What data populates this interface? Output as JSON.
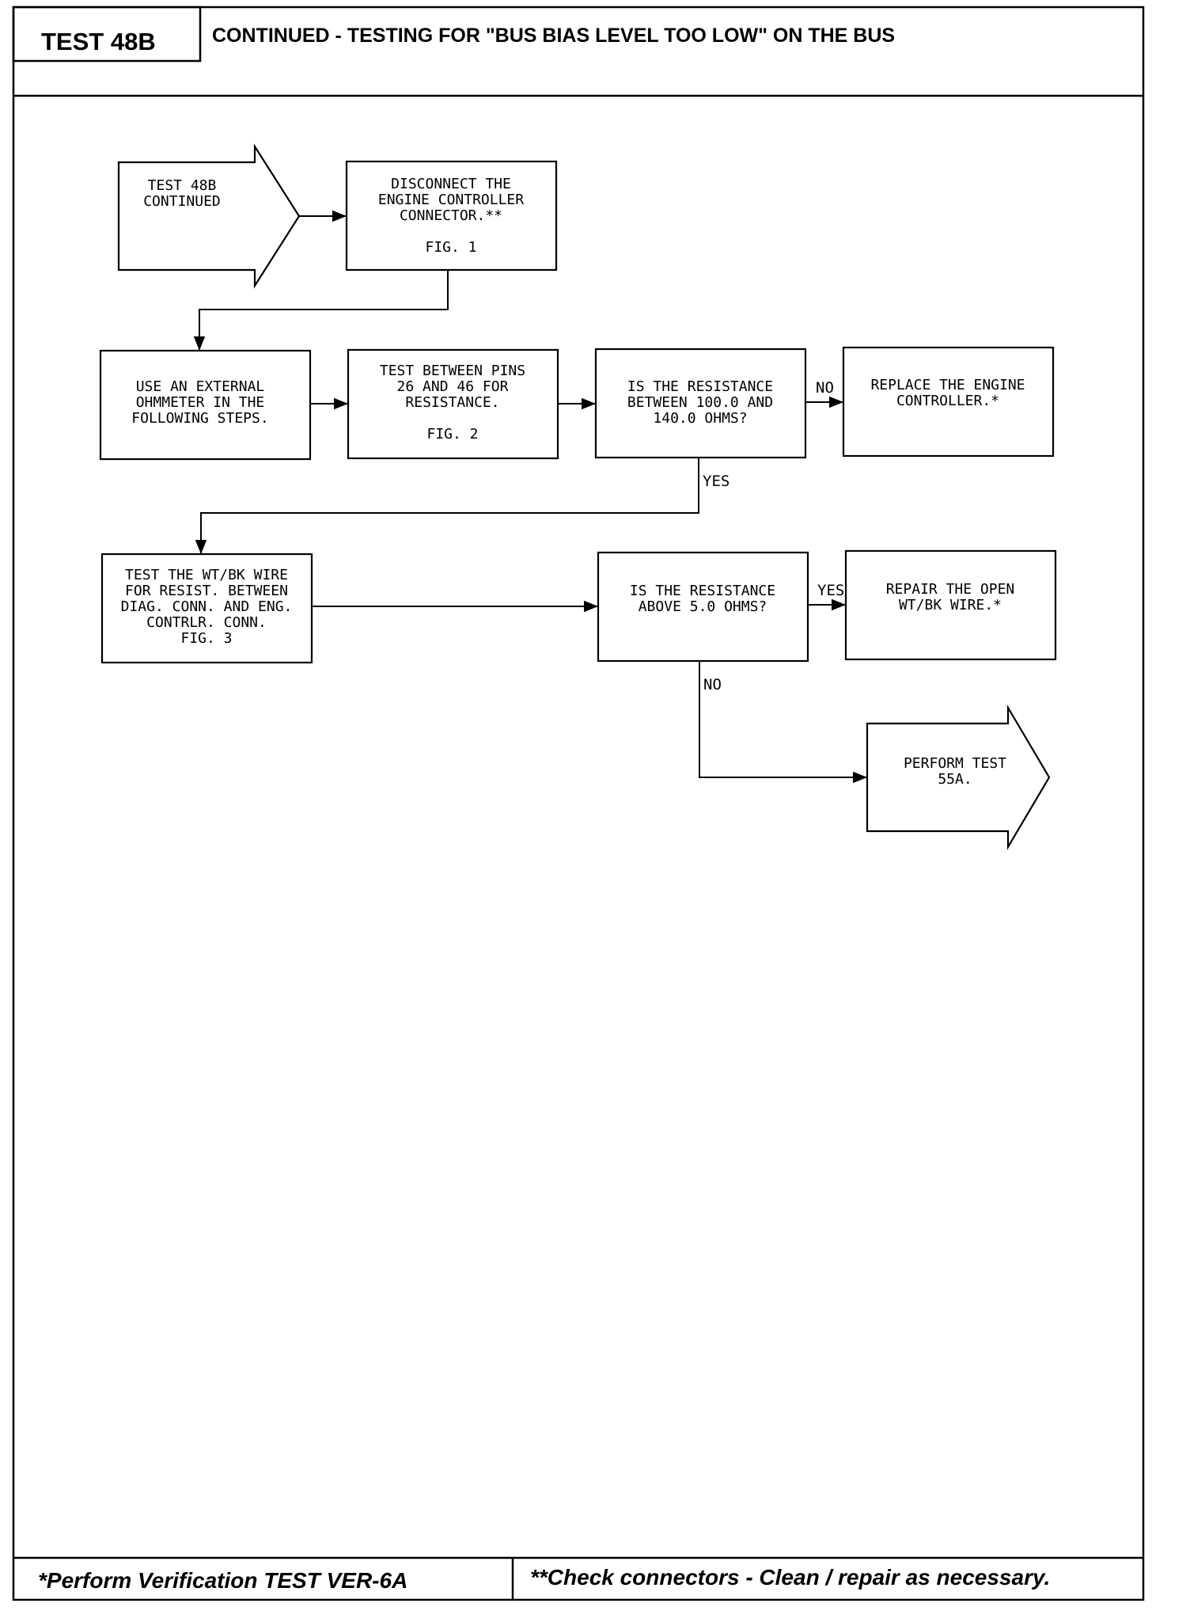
{
  "header": {
    "test_id": "TEST 48B",
    "title": "CONTINUED - TESTING FOR \"BUS BIAS LEVEL TOO LOW\" ON THE BUS"
  },
  "nodes": {
    "start": {
      "lines": [
        "TEST 48B",
        "CONTINUED"
      ]
    },
    "disconnect": {
      "lines": [
        "DISCONNECT THE",
        "ENGINE CONTROLLER",
        "CONNECTOR.**",
        "",
        "FIG. 1"
      ]
    },
    "ohmmeter": {
      "lines": [
        "USE AN EXTERNAL",
        "OHMMETER IN THE",
        "FOLLOWING STEPS."
      ]
    },
    "test_pins": {
      "lines": [
        "TEST BETWEEN PINS",
        "26 AND 46 FOR",
        "RESISTANCE.",
        "",
        "FIG. 2"
      ]
    },
    "q_resistance": {
      "lines": [
        "IS THE RESISTANCE",
        "BETWEEN 100.0 AND",
        "140.0 OHMS?"
      ]
    },
    "replace": {
      "lines": [
        "REPLACE THE ENGINE",
        "CONTROLLER.*"
      ]
    },
    "test_wire": {
      "lines": [
        "TEST THE WT/BK WIRE",
        "FOR RESIST. BETWEEN",
        "DIAG. CONN. AND ENG.",
        "CONTRLR. CONN.",
        "FIG. 3"
      ]
    },
    "q_above": {
      "lines": [
        "IS THE RESISTANCE",
        "ABOVE 5.0 OHMS?"
      ]
    },
    "repair": {
      "lines": [
        "REPAIR THE OPEN",
        "WT/BK WIRE.*"
      ]
    },
    "perform": {
      "lines": [
        "PERFORM TEST",
        "55A."
      ]
    }
  },
  "edge_labels": {
    "no_1": "NO",
    "yes_1": "YES",
    "yes_2": "YES",
    "no_2": "NO"
  },
  "footer": {
    "left": "*Perform Verification TEST VER-6A",
    "right": "**Check connectors - Clean / repair as necessary."
  }
}
